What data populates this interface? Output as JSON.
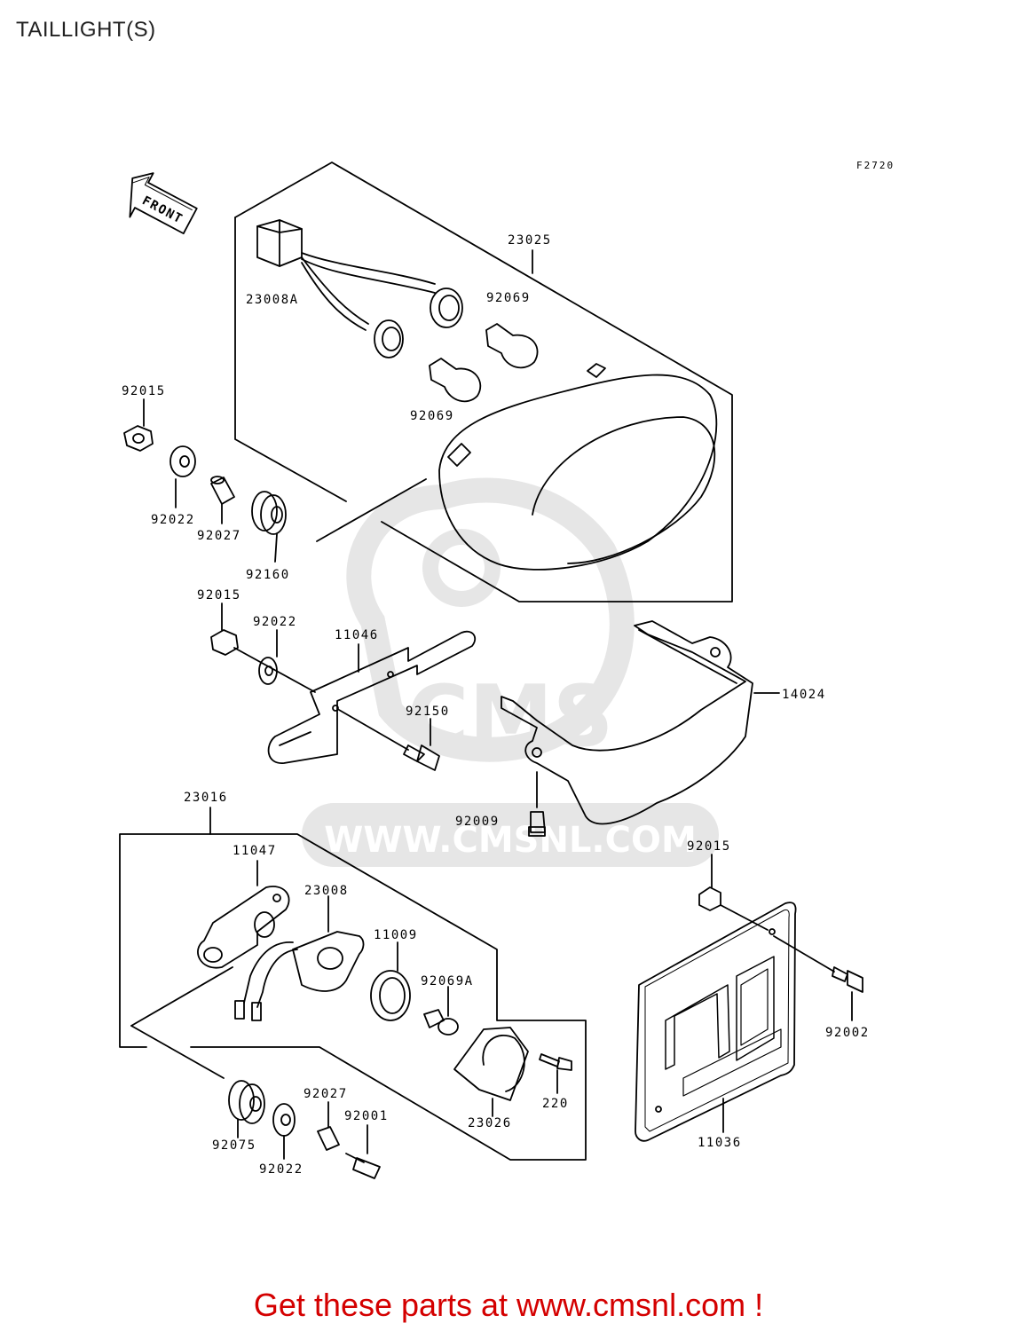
{
  "page": {
    "title": "TAILLIGHT(S)",
    "figure_code": "F2720",
    "front_marker": "FRONT"
  },
  "watermark": {
    "text": "WWW.CMSNL.COM",
    "brand": "CMS"
  },
  "parts": [
    {
      "id": "p23025",
      "number": "23025"
    },
    {
      "id": "p23008a",
      "number": "23008A"
    },
    {
      "id": "p92069-top",
      "number": "92069"
    },
    {
      "id": "p92069-bottom",
      "number": "92069"
    },
    {
      "id": "p92015-a",
      "number": "92015"
    },
    {
      "id": "p92022-a",
      "number": "92022"
    },
    {
      "id": "p92027-a",
      "number": "92027"
    },
    {
      "id": "p92160",
      "number": "92160"
    },
    {
      "id": "p92015-b",
      "number": "92015"
    },
    {
      "id": "p92022-b",
      "number": "92022"
    },
    {
      "id": "p11046",
      "number": "11046"
    },
    {
      "id": "p92150",
      "number": "92150"
    },
    {
      "id": "p14024",
      "number": "14024"
    },
    {
      "id": "p92009",
      "number": "92009"
    },
    {
      "id": "p23016",
      "number": "23016"
    },
    {
      "id": "p11047",
      "number": "11047"
    },
    {
      "id": "p23008",
      "number": "23008"
    },
    {
      "id": "p11009",
      "number": "11009"
    },
    {
      "id": "p92069a",
      "number": "92069A"
    },
    {
      "id": "p92015-c",
      "number": "92015"
    },
    {
      "id": "p92002",
      "number": "92002"
    },
    {
      "id": "p220",
      "number": "220"
    },
    {
      "id": "p23026",
      "number": "23026"
    },
    {
      "id": "p92075",
      "number": "92075"
    },
    {
      "id": "p92027-b",
      "number": "92027"
    },
    {
      "id": "p92001",
      "number": "92001"
    },
    {
      "id": "p92022-c",
      "number": "92022"
    },
    {
      "id": "p11036",
      "number": "11036"
    }
  ],
  "footer": {
    "text": "Get these parts at www.cmsnl.com !"
  },
  "colors": {
    "line": "#000000",
    "footer_text": "#d40000",
    "watermark": "#e6e6e6"
  }
}
